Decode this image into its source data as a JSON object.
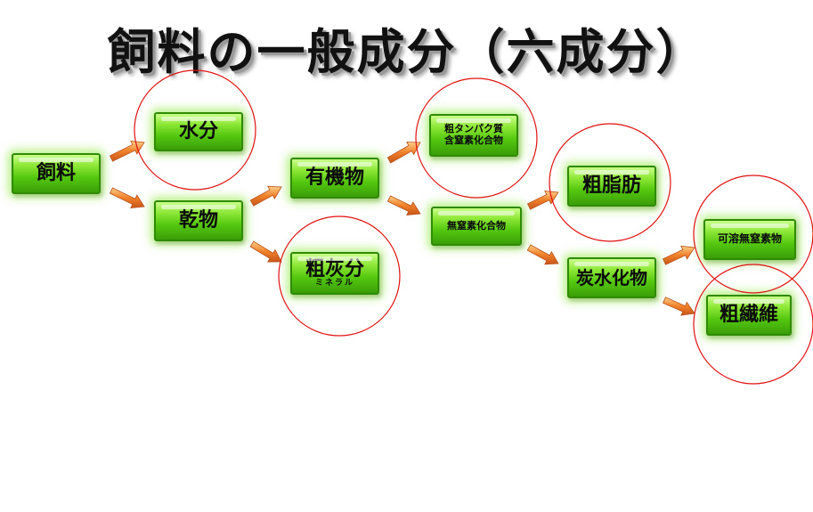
{
  "title": "飼料の一般成分（六成分）",
  "nodes": {
    "feed": "飼料",
    "water": "水分",
    "dry_matter": "乾物",
    "organic_matter": "有機物",
    "crude_ash": "粗灰分",
    "crude_ash_sub": "ミネラル",
    "crude_protein_line1": "粗タンパク質",
    "crude_protein_line2": "含窒素化合物",
    "nitrogen_free_compounds": "無窒素化合物",
    "crude_fat": "粗脂肪",
    "carbohydrate": "炭水化物",
    "nitrogen_free_extract": "可溶無窒素物",
    "crude_fiber": "粗繊維"
  },
  "colors": {
    "box_fill": "#55c80f",
    "box_border": "#2f8a04",
    "arrow": "#f0802a",
    "circle": "#e01010"
  }
}
